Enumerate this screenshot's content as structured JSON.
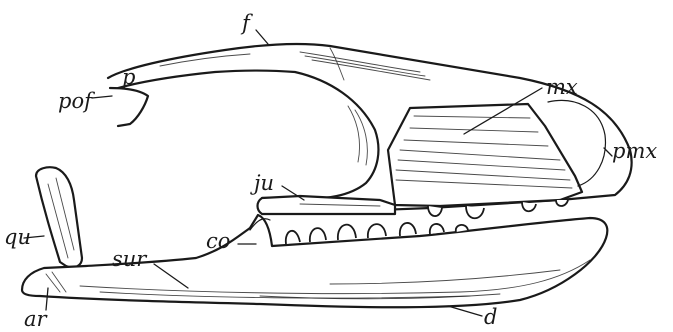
{
  "labels": {
    "f": "f",
    "p": "p",
    "pof": "pof",
    "mx": "mx",
    "pmx": "pmx",
    "ju": "ju",
    "qu": "qu",
    "co": "co",
    "sur": "sur",
    "ar": "ar",
    "d": "d"
  }
}
